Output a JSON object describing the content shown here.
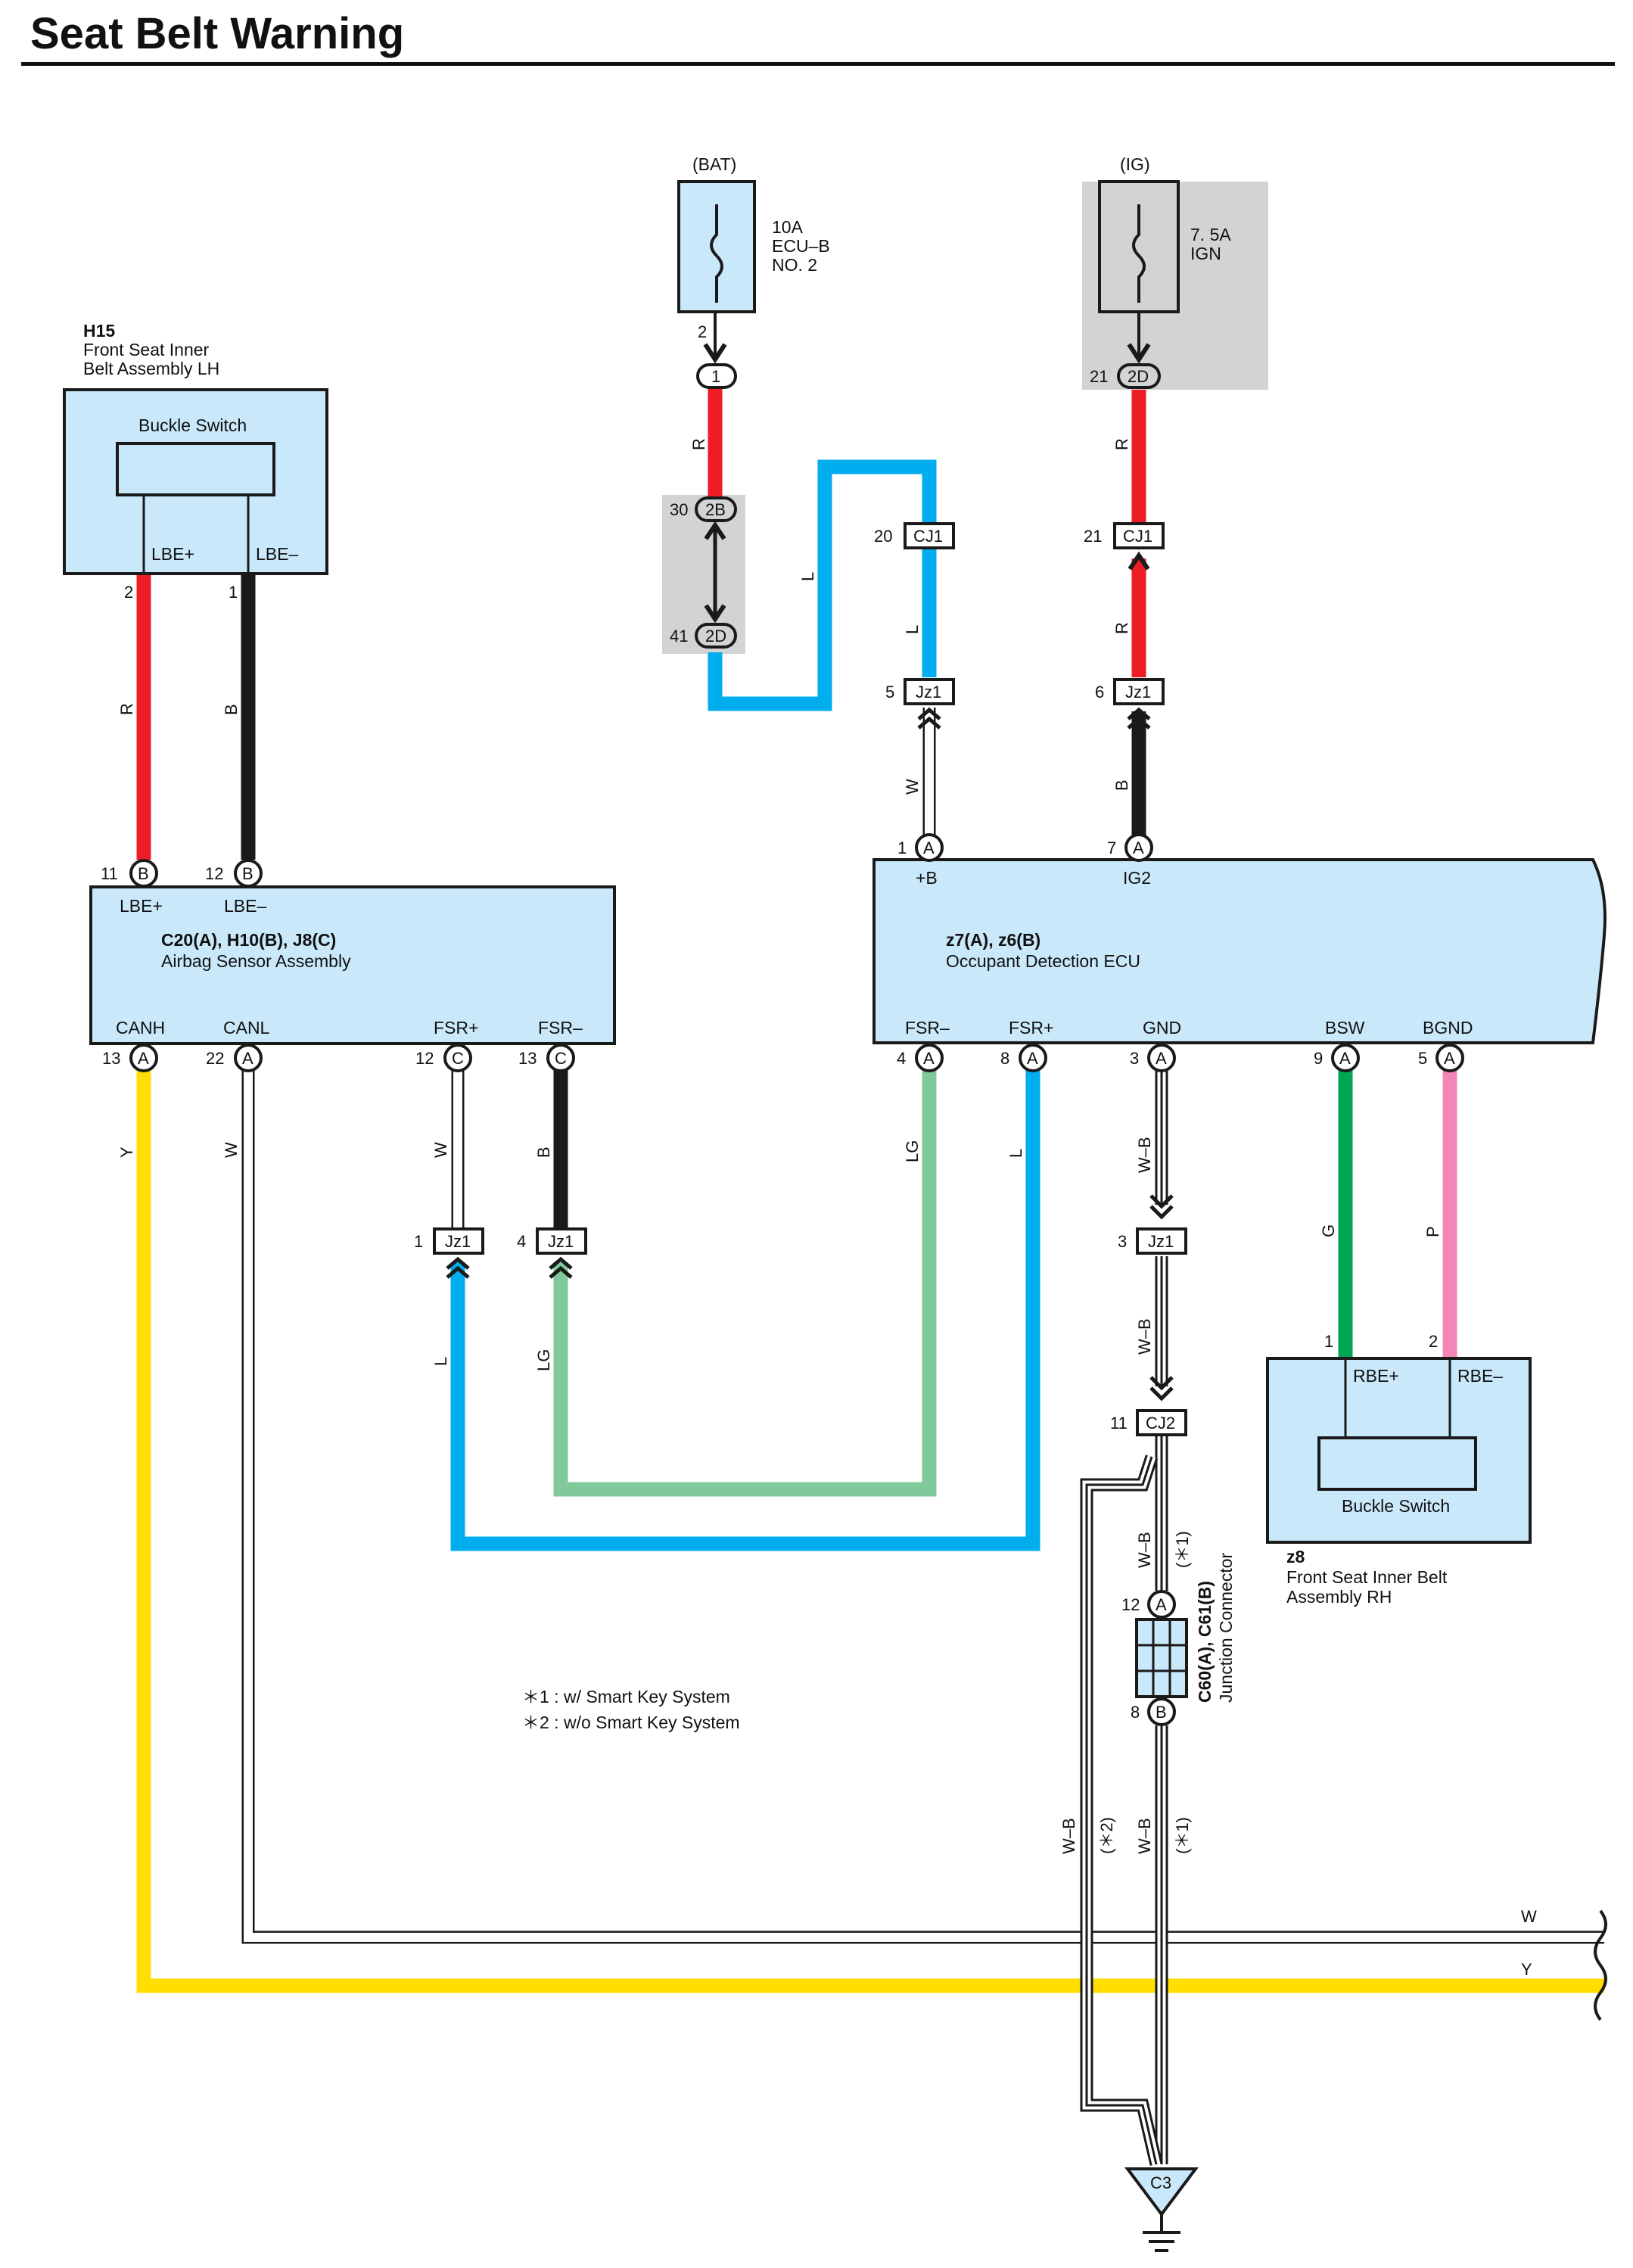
{
  "title": "Seat Belt Warning",
  "power": {
    "bat": {
      "label": "(BAT)",
      "fuse_amp": "10A",
      "fuse_name": "ECU–B",
      "fuse_no": "NO. 2",
      "fuse_pin": "2",
      "conn_pin": "1",
      "conn_name": "1"
    },
    "ig": {
      "label": "(IG)",
      "fuse_amp": "7. 5A",
      "fuse_name": "IGN",
      "conn_pin": "21",
      "conn_name": "2D"
    }
  },
  "h15": {
    "code": "H15",
    "name_line1": "Front Seat Inner",
    "name_line2": "Belt Assembly LH",
    "switch": "Buckle Switch",
    "term_pos": "LBE+",
    "term_neg": "LBE–",
    "pin_pos": "2",
    "pin_neg": "1"
  },
  "z8": {
    "code": "z8",
    "name_line1": "Front Seat Inner Belt",
    "name_line2": "Assembly RH",
    "switch": "Buckle Switch",
    "term_pos": "RBE+",
    "term_neg": "RBE–",
    "pin_pos": "1",
    "pin_neg": "2"
  },
  "airbag": {
    "code": "C20(A), H10(B), J8(C)",
    "name": "Airbag Sensor Assembly",
    "top": [
      {
        "pin": "11",
        "conn": "B",
        "term": "LBE+"
      },
      {
        "pin": "12",
        "conn": "B",
        "term": "LBE–"
      }
    ],
    "bottom": [
      {
        "pin": "13",
        "conn": "A",
        "term": "CANH"
      },
      {
        "pin": "22",
        "conn": "A",
        "term": "CANL"
      },
      {
        "pin": "12",
        "conn": "C",
        "term": "FSR+"
      },
      {
        "pin": "13",
        "conn": "C",
        "term": "FSR–"
      }
    ]
  },
  "ecu": {
    "code": "z7(A), z6(B)",
    "name": "Occupant Detection ECU",
    "top": [
      {
        "pin": "1",
        "conn": "A",
        "term": "+B"
      },
      {
        "pin": "7",
        "conn": "A",
        "term": "IG2"
      }
    ],
    "bottom": [
      {
        "pin": "4",
        "conn": "A",
        "term": "FSR–"
      },
      {
        "pin": "8",
        "conn": "A",
        "term": "FSR+"
      },
      {
        "pin": "3",
        "conn": "A",
        "term": "GND"
      },
      {
        "pin": "9",
        "conn": "A",
        "term": "BSW"
      },
      {
        "pin": "5",
        "conn": "A",
        "term": "BGND"
      }
    ]
  },
  "connectors": {
    "c2b": {
      "pin": "30",
      "name": "2B"
    },
    "c2d": {
      "pin": "41",
      "name": "2D"
    },
    "cj1_left": {
      "pin": "20",
      "name": "CJ1"
    },
    "cj1_right": {
      "pin": "21",
      "name": "CJ1"
    },
    "jz1_5": {
      "pin": "5",
      "name": "Jz1"
    },
    "jz1_6": {
      "pin": "6",
      "name": "Jz1"
    },
    "jz1_1": {
      "pin": "1",
      "name": "Jz1"
    },
    "jz1_4": {
      "pin": "4",
      "name": "Jz1"
    },
    "jz1_3": {
      "pin": "3",
      "name": "Jz1"
    },
    "cj2": {
      "pin": "11",
      "name": "CJ2"
    },
    "jc_top": {
      "pin": "12",
      "conn": "A"
    },
    "jc_bottom": {
      "pin": "8",
      "conn": "B"
    },
    "jc_code": "C60(A), C61(B)",
    "jc_name": "Junction Connector",
    "ground": "C3"
  },
  "wires": {
    "r": "R",
    "b": "B",
    "l": "L",
    "w": "W",
    "y": "Y",
    "lg": "LG",
    "g": "G",
    "p": "P",
    "wb": "W–B"
  },
  "notes": {
    "n1": "＊1 : w/ Smart Key System",
    "n2": "＊2 : w/o Smart Key System",
    "mark1": "(＊1)",
    "mark2": "(＊2)"
  },
  "colors": {
    "red": "#ee1c25",
    "black": "#1a1a1a",
    "blue": "#00aeef",
    "yellow": "#ffde00",
    "light_green": "#7fc99a",
    "green": "#00a651",
    "pink": "#f287b7",
    "white_wire": "#ffffff",
    "box_fill": "#c9e8f9",
    "shade": "#d1d3d4"
  }
}
